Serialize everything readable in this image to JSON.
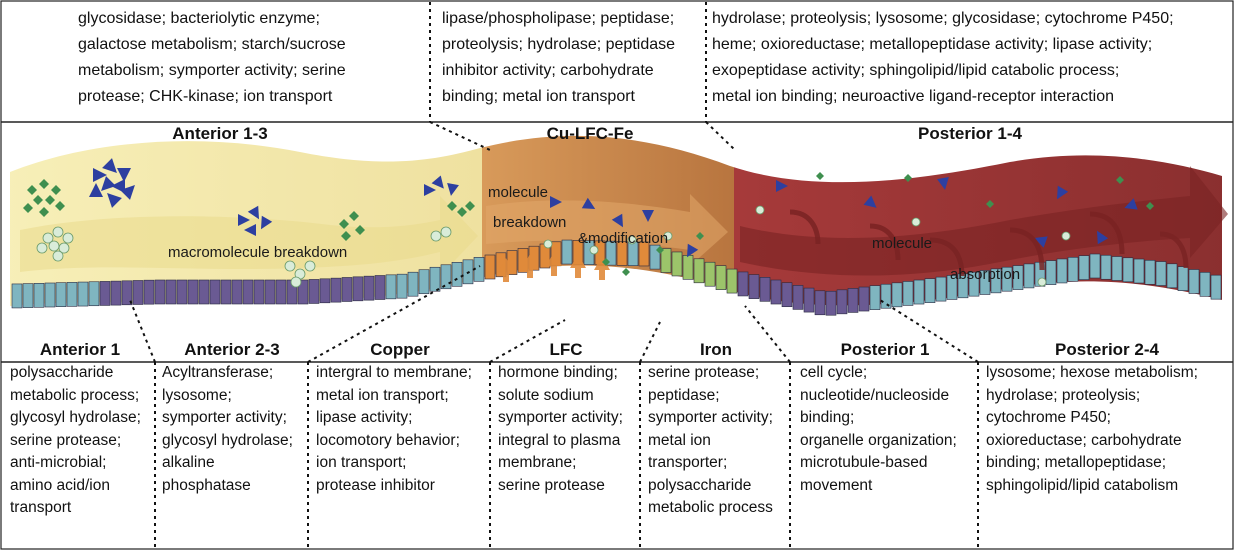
{
  "top_panels": [
    {
      "name": "anterior-1-3",
      "text": "glycosidase; bacteriolytic enzyme;\ngalactose metabolism; starch/sucrose\nmetabolism; symporter activity; serine\nprotease; CHK-kinase; ion transport"
    },
    {
      "name": "cu-lfc-fe",
      "text": "lipase/phospholipase; peptidase;\nproteolysis; hydrolase; peptidase\ninhibitor activity; carbohydrate\nbinding; metal ion transport"
    },
    {
      "name": "posterior-1-4",
      "text": "hydrolase; proteolysis; lysosome; glycosidase; cytochrome P450;\nheme; oxioreductase; metallopeptidase activity; lipase activity;\nexopeptidase activity; sphingolipid/lipid catabolic process;\nmetal ion binding; neuroactive ligand-receptor interaction"
    }
  ],
  "regions": [
    {
      "label": "Anterior 1-3"
    },
    {
      "label": "Cu-LFC-Fe"
    },
    {
      "label": "Posterior 1-4"
    }
  ],
  "processes": [
    {
      "label": "macromolecule breakdown"
    },
    {
      "label": "molecule"
    },
    {
      "label": "breakdown"
    },
    {
      "label": "&modification"
    },
    {
      "label": "molecule"
    },
    {
      "label": "absorption"
    }
  ],
  "columns": [
    {
      "header": "Anterior 1",
      "text": "polysaccharide\nmetabolic process;\nglycosyl hydrolase;\nserine protease;\nanti-microbial;\namino acid/ion\ntransport"
    },
    {
      "header": "Anterior 2-3",
      "text": "Acyltransferase;\nlysosome;\nsymporter activity;\nglycosyl hydrolase;\nalkaline\nphosphatase"
    },
    {
      "header": "Copper",
      "text": "intergral to membrane;\nmetal ion transport;\nlipase activity;\nlocomotory behavior;\nion transport;\nprotease inhibitor"
    },
    {
      "header": "LFC",
      "text": "hormone binding;\nsolute sodium\nsymporter activity;\nintegral to plasma\nmembrane;\nserine protease"
    },
    {
      "header": "Iron",
      "text": "serine protease;\npeptidase;\nsymporter activity;\nmetal ion\ntransporter;\npolysaccharide\nmetabolic process"
    },
    {
      "header": "Posterior 1",
      "text": "cell cycle;\nnucleotide/nucleoside\nbinding;\norganelle organization;\nmicrotubule-based\nmovement"
    },
    {
      "header": "Posterior 2-4",
      "text": "lysosome; hexose metabolism;\nhydrolase; proteolysis;\ncytochrome P450;\noxioreductase; carbohydrate\nbinding; metallopeptidase;\nsphingolipid/lipid catabolism"
    }
  ],
  "colors": {
    "anterior_fill": "#f3e9a6",
    "middle_fill": "#c9874a",
    "posterior_fill": "#9c3434",
    "epithelium_purple": "#6a5a93",
    "epithelium_blue": "#7fb5c0",
    "epithelium_orange": "#e08a3a",
    "epithelium_green": "#9cc46a",
    "molecule_green": "#3f8f4f",
    "molecule_blue": "#2d3fa0",
    "molecule_pale": "#d9ecd9",
    "arrow_fill": "#e7d987"
  }
}
